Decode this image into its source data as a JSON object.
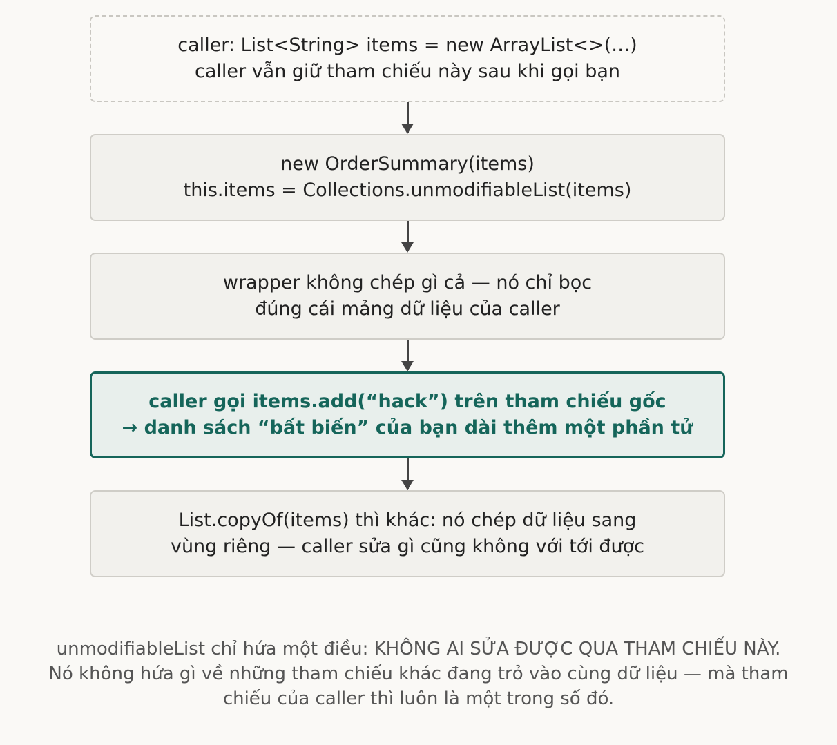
{
  "diagram": {
    "steps": [
      {
        "lines": [
          "caller: List<String> items = new ArrayList<>(…)",
          "caller vẫn giữ tham chiếu này sau khi gọi bạn"
        ]
      },
      {
        "lines": [
          "new OrderSummary(items)",
          "this.items = Collections.unmodifiableList(items)"
        ]
      },
      {
        "lines": [
          "wrapper không chép gì cả — nó chỉ bọc",
          "đúng cái mảng dữ liệu của caller"
        ]
      },
      {
        "lines": [
          "caller gọi items.add(“hack”) trên tham chiếu gốc",
          "→ danh sách “bất biến” của bạn dài thêm một phần tử"
        ]
      },
      {
        "lines": [
          "List.copyOf(items) thì khác: nó chép dữ liệu sang",
          "vùng riêng — caller sửa gì cũng không với tới được"
        ]
      }
    ],
    "caption": {
      "lines": [
        "unmodifiableList chỉ hứa một điều: KHÔNG AI SỬA ĐƯỢC QUA THAM CHIẾU NÀY.",
        "Nó không hứa gì về những tham chiếu khác đang trỏ vào cùng dữ liệu — mà tham chiếu của caller thì luôn là một trong số đó."
      ]
    },
    "colors": {
      "highlight": "#15655a",
      "box_fill": "#f2f1ed",
      "box_border": "#cfcdc7",
      "arrow": "#444444"
    }
  }
}
